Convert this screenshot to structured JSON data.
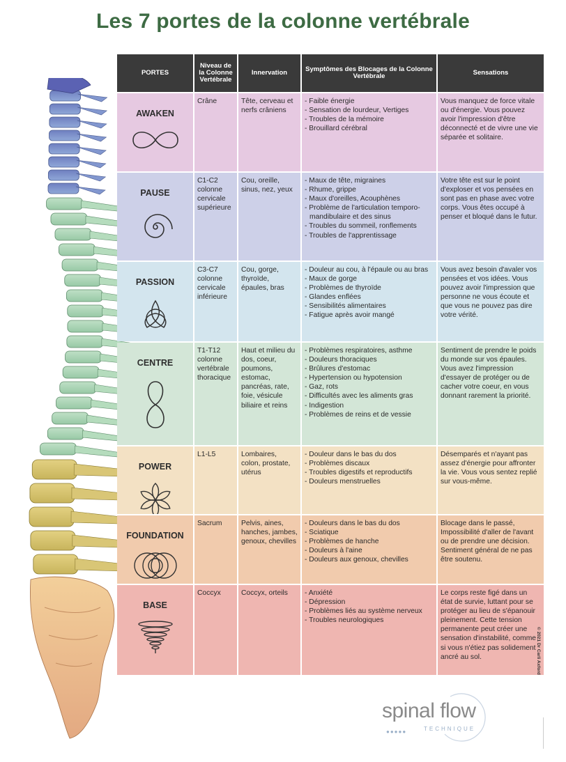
{
  "title": "Les 7 portes de la colonne vertébrale",
  "headers": [
    "PORTES",
    "Niveau de la Colonne Vertébrale",
    "Innervation",
    "Symptômes des Blocages de la Colonne Vertébrale",
    "Sensations"
  ],
  "rows": [
    {
      "gate": "AWAKEN",
      "icon": "infinity-icon",
      "color": "#e6c9e1",
      "level": "Crâne",
      "innervation": "Tête, cerveau et nerfs crâniens",
      "symptoms": [
        "Faible énergie",
        "Sensation de lourdeur, Vertiges",
        "Troubles de la mémoire",
        "Brouillard cérébral"
      ],
      "sensations": "Vous manquez de force vitale ou d'énergie. Vous pouvez avoir l'impression d'être déconnecté et de vivre une vie séparée et solitaire."
    },
    {
      "gate": "PAUSE",
      "icon": "spiral-icon",
      "color": "#cdd0e8",
      "level": "C1-C2 colonne cervicale supérieure",
      "innervation": "Cou, oreille, sinus, nez, yeux",
      "symptoms": [
        "Maux de tête, migraines",
        "Rhume, grippe",
        "Maux d'oreilles, Acouphènes",
        "Problème de l'articulation temporo-mandibulaire et des sinus",
        "Troubles du sommeil, ronflements",
        "Troubles de l'apprentissage"
      ],
      "sensations": "Votre tête est sur le point d'exploser et vos pensées en sont pas en phase avec votre corps. Vous êtes occupé à penser et bloqué dans le futur."
    },
    {
      "gate": "PASSION",
      "icon": "triquetra-icon",
      "color": "#d3e5ee",
      "level": "C3-C7 colonne cervicale inférieure",
      "innervation": "Cou, gorge, thyroïde, épaules, bras",
      "symptoms": [
        "Douleur au cou, à l'épaule ou au bras",
        "Maux de gorge",
        "Problèmes de thyroïde",
        "Glandes enflées",
        "Sensibilités alimentaires",
        "Fatigue après avoir mangé"
      ],
      "sensations": "Vous avez besoin d'avaler vos pensées et vos idées. Vous pouvez avoir l'impression que personne ne vous écoute et que vous ne pouvez pas dire votre vérité."
    },
    {
      "gate": "CENTRE",
      "icon": "figure-eight-icon",
      "color": "#d3e6d7",
      "level": "T1-T12 colonne vertébrale thoracique",
      "innervation": "Haut et milieu du dos, coeur, poumons, estomac, pancréas, rate, foie, vésicule biliaire et reins",
      "symptoms": [
        "Problèmes respiratoires, asthme",
        "Douleurs thoraciques",
        "Brûlures d'estomac",
        "Hypertension ou hypotension",
        "Gaz, rots",
        "Difficultés avec les aliments gras",
        "Indigestion",
        "Problèmes de reins et de vessie"
      ],
      "sensations": "Sentiment de prendre le poids du monde sur vos épaules. Vous avez l'impression d'essayer de protéger ou de cacher votre coeur, en vous donnant rarement la priorité."
    },
    {
      "gate": "POWER",
      "icon": "flower-icon",
      "color": "#f3e1c4",
      "level": "L1-L5",
      "innervation": "Lombaires, colon, prostate, utérus",
      "symptoms": [
        "Douleur dans le bas du dos",
        "Problèmes discaux",
        "Troubles digestifs et reproductifs",
        "Douleurs menstruelles"
      ],
      "sensations": "Désemparés et n'ayant pas assez d'énergie pour affronter la vie. Vous vous sentez replié sur vous-même."
    },
    {
      "gate": "FOUNDATION",
      "icon": "overlapping-circles-icon",
      "color": "#f1cbad",
      "level": "Sacrum",
      "innervation": "Pelvis, aines, hanches, jambes, genoux, chevilles",
      "symptoms": [
        "Douleurs dans le bas du dos",
        "Sciatique",
        "Problèmes de hanche",
        "Douleurs à l'aine",
        "Douleurs aux genoux, chevilles"
      ],
      "sensations": "Blocage dans le passé, Impossibilité d'aller de l'avant ou de prendre une décision. Sentiment général de ne pas être soutenu."
    },
    {
      "gate": "BASE",
      "icon": "vortex-icon",
      "color": "#efb6b1",
      "level": "Coccyx",
      "innervation": "Coccyx, orteils",
      "symptoms": [
        "Anxiété",
        "Dépression",
        "Problèmes liés au système nerveux",
        "Troubles neurologiques"
      ],
      "sensations": "Le corps reste figé dans un état de survie, luttant pour se protéger au lieu de s'épanouir pleinement. Cette tension permanente peut créer une sensation d'instabilité, comme si vous n'étiez pas solidement ancré au sol."
    }
  ],
  "copyright": "© 2021 Dr Carli Axford",
  "logo": {
    "main": "spinal flow",
    "sub": "TECHNIQUE"
  },
  "colors": {
    "title": "#3d6b43",
    "header_bg": "#3a3a3a",
    "cervical": "#7d95c9",
    "thoracic": "#a9d1b2",
    "lumbar": "#d8c46e",
    "sacrum": "#efc590"
  }
}
